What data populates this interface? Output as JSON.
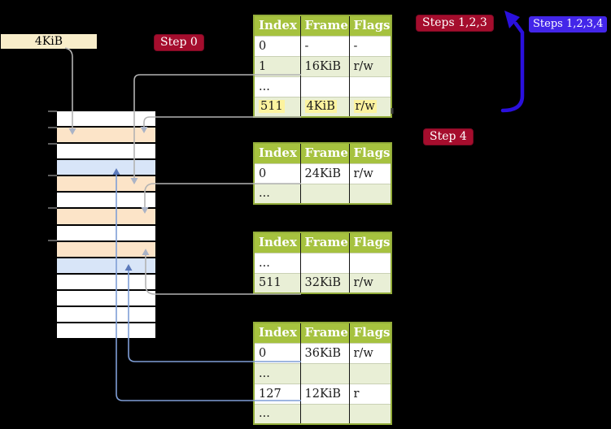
{
  "colors": {
    "background": "#000000",
    "table-header": "#a6c23f",
    "table-border": "#93ad3a",
    "row-white": "#ffffff",
    "row-green": "#e9efd6",
    "frame-free": "#ffffff",
    "frame-table": "#fce4c8",
    "frame-page": "#d8e5f8",
    "label-cream": "#f8edca",
    "label-red": "#a50d2d",
    "label-blue": "#4326e9",
    "arrow-blue": "#2a10dd",
    "connector-gray": "#b3b3b3",
    "connector-blue": "#7f9ed6",
    "arrowhead-gray": "#aab3c6",
    "arrowhead-blue": "#5b79bb",
    "highlight-yellow": "#fcf39f"
  },
  "labels": {
    "frame_size": "4KiB",
    "step0": "Step 0",
    "steps123": "Steps 1,2,3",
    "steps1234": "Steps 1,2,3,4",
    "step4": "Step 4"
  },
  "tables": [
    {
      "name": "page-table-level4",
      "columns": [
        "Index",
        "Frame",
        "Flags"
      ],
      "rows": [
        [
          "0",
          "-",
          "-"
        ],
        [
          "1",
          "16KiB",
          "r/w"
        ],
        [
          "...",
          "",
          ""
        ],
        [
          "511",
          "4KiB",
          "r/w"
        ]
      ],
      "highlighted_row_index": "511"
    },
    {
      "name": "page-table-level3",
      "columns": [
        "Index",
        "Frame",
        "Flags"
      ],
      "rows": [
        [
          "0",
          "24KiB",
          "r/w"
        ],
        [
          "...",
          "",
          ""
        ]
      ]
    },
    {
      "name": "page-table-level2",
      "columns": [
        "Index",
        "Frame",
        "Flags"
      ],
      "rows": [
        [
          "...",
          "",
          ""
        ],
        [
          "511",
          "32KiB",
          "r/w"
        ]
      ]
    },
    {
      "name": "page-table-level1",
      "columns": [
        "Index",
        "Frame",
        "Flags"
      ],
      "rows": [
        [
          "0",
          "36KiB",
          "r/w"
        ],
        [
          "...",
          "",
          ""
        ],
        [
          "127",
          "12KiB",
          "r"
        ],
        [
          "...",
          "",
          ""
        ]
      ]
    }
  ],
  "memory_strip": {
    "rows": [
      "free",
      "table",
      "free",
      "page",
      "table",
      "free",
      "table",
      "free",
      "table",
      "page",
      "free",
      "free",
      "free",
      "free"
    ]
  }
}
